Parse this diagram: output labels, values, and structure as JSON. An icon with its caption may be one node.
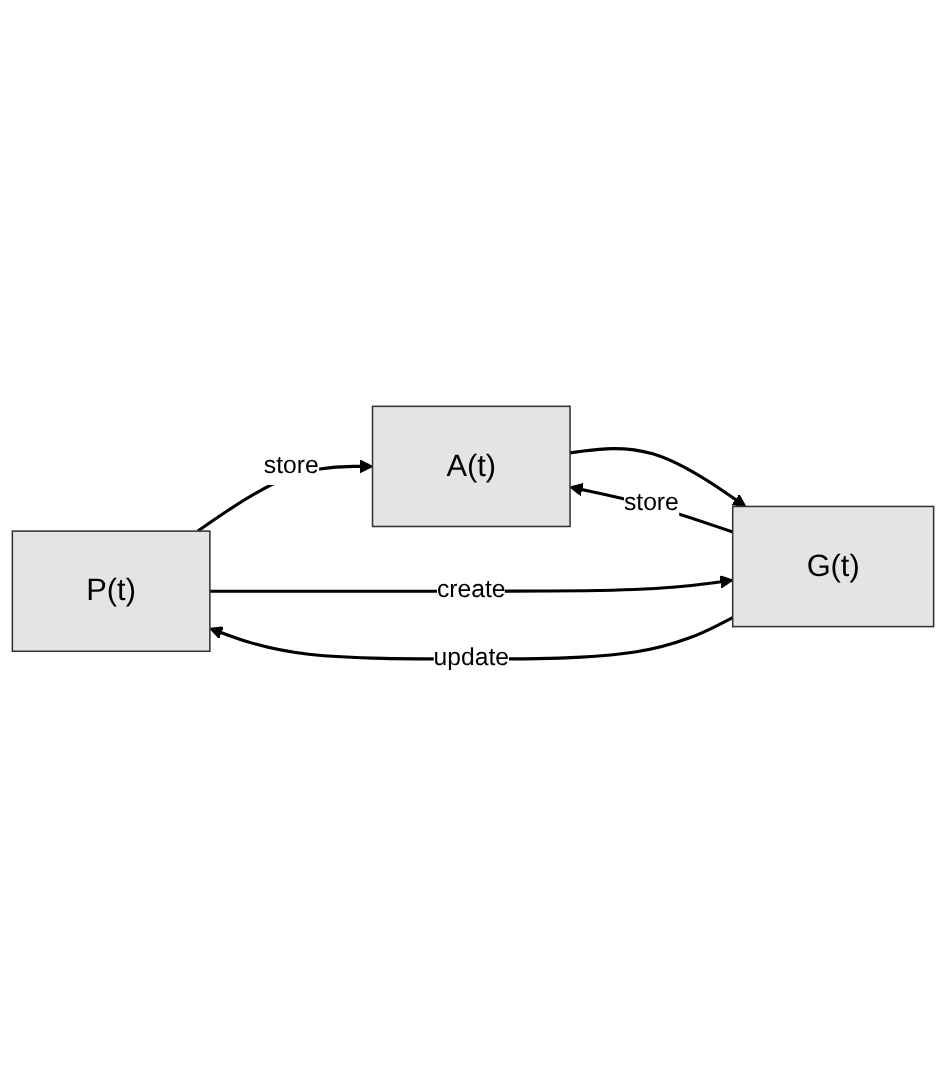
{
  "diagram": {
    "nodes": [
      {
        "text": [
          "P(t)"
        ]
      },
      {
        "text": [
          "A(t)"
        ]
      },
      {
        "text": [
          "G(t)"
        ]
      }
    ],
    "edges": [
      {
        "from": 0,
        "to": 1,
        "arrow": "to",
        "label": "store"
      },
      {
        "from": 0,
        "to": 2,
        "arrow": "to",
        "label": "create"
      },
      {
        "from": 1,
        "to": 2,
        "arrow": "to"
      },
      {
        "from": 2,
        "to": 0,
        "arrow": "to",
        "label": "update"
      },
      {
        "from": 2,
        "to": 1,
        "arrow": "to",
        "label": "store"
      }
    ]
  }
}
